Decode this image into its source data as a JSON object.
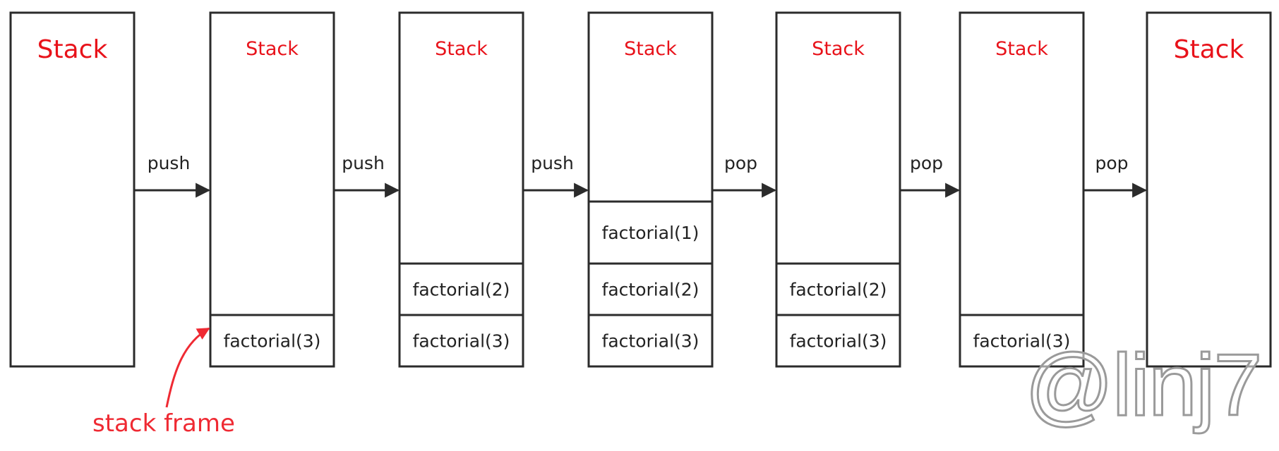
{
  "diagram": {
    "stacks": [
      {
        "title": "Stack",
        "frames": []
      },
      {
        "title": "Stack",
        "frames": [
          "factorial(3)"
        ]
      },
      {
        "title": "Stack",
        "frames": [
          "factorial(2)",
          "factorial(3)"
        ]
      },
      {
        "title": "Stack",
        "frames": [
          "factorial(1)",
          "factorial(2)",
          "factorial(3)"
        ]
      },
      {
        "title": "Stack",
        "frames": [
          "factorial(2)",
          "factorial(3)"
        ]
      },
      {
        "title": "Stack",
        "frames": [
          "factorial(3)"
        ]
      },
      {
        "title": "Stack",
        "frames": []
      }
    ],
    "operations": [
      "push",
      "push",
      "push",
      "pop",
      "pop",
      "pop"
    ],
    "annotation": {
      "label": "stack frame"
    }
  },
  "watermark": {
    "text": "@linj7"
  },
  "colors": {
    "title": "#e8121a",
    "annotation": "#ef2a33",
    "stroke": "#2b2b2b",
    "text": "#222222",
    "background": "#ffffff"
  }
}
